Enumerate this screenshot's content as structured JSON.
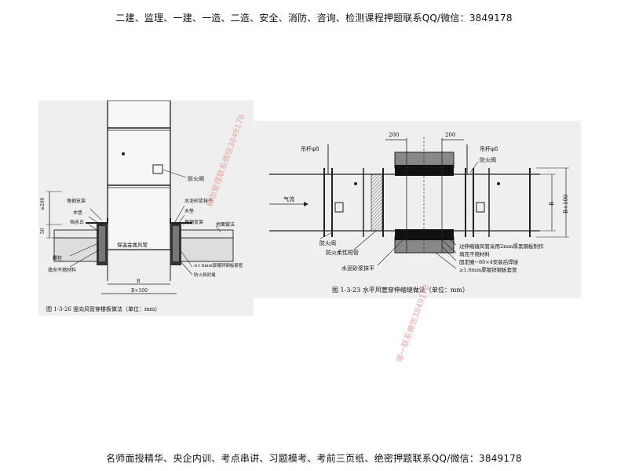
{
  "header": {
    "text": "二建、监理、一建、一造、二造、安全、消防、咨询、检测课程押题联系QQ/微信：3849178"
  },
  "footer": {
    "text": "名师面授精华、央企内训、考点串讲、习题模考、考前三页纸、绝密押题联系QQ/微信：3849178"
  },
  "left_figure": {
    "caption": "图 1-3-26  竖向风管穿楼板做法（单位：mm）",
    "labels": {
      "fire_damper": "防火阀",
      "angle_bracket_l": "角钢支架",
      "wood_pad_l": "木垫",
      "water_stop": "挡水台",
      "cement_mortar": "水泥砂浆抹平",
      "wood_pad_r": "木垫",
      "angle_bracket_r": "角钢支架",
      "floor_method": "地面做法",
      "duct": "保温金属风管",
      "bolt": "螺栓",
      "filler": "填充不燃材料",
      "sleeve": "≥1.6mm厚镀锌钢板套管",
      "fire_board": "防火挡封堵",
      "dim_200": "≥200",
      "dim_50": "50",
      "dim_B": "B",
      "dim_B100": "B+100"
    }
  },
  "right_figure": {
    "caption": "图 1-3-23  水平风管穿伸缩缝做法（单位：mm）",
    "labels": {
      "hanger_l": "吊杆φ8",
      "hanger_r": "吊杆φ8",
      "dim_200a": "200",
      "dim_200b": "200",
      "fire_damper_tr": "防火阀",
      "airflow": "气流",
      "dim_B": "B",
      "dim_B100": "B+100",
      "fire_damper_bl": "防火阀",
      "flex_pipe": "防火柔性短管",
      "cement_mortar": "水泥砂浆抹平",
      "note1": "过伸缩缝风管采用2mm厚黑钢板制作",
      "note2": "填充不燃材料",
      "note3": "固定圈−80×4安装后焊接",
      "note4": "≥1.6mm厚镀锌钢板套管"
    }
  },
  "watermarks": {
    "w1": "输出管理联系微信3849178",
    "w2": "唯一联系微信3849178"
  }
}
